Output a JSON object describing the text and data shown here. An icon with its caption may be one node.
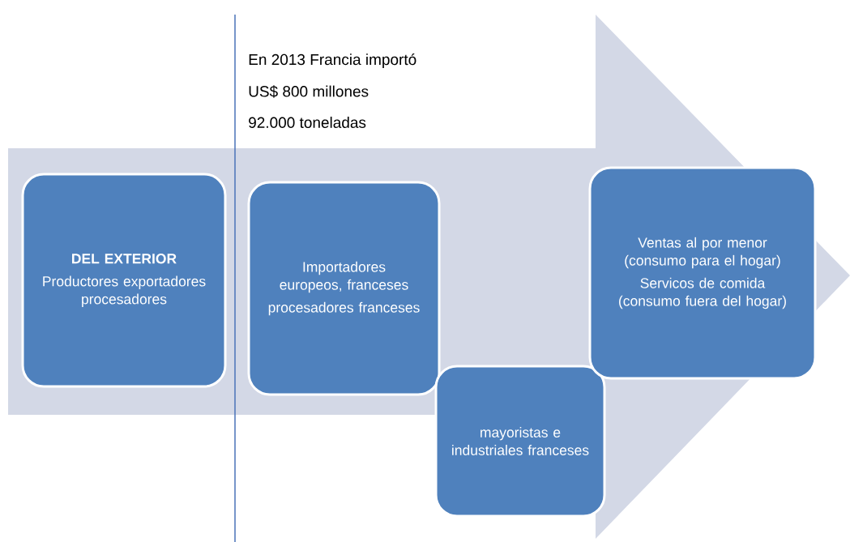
{
  "diagram": {
    "nodes": [
      {
        "text": [
          "DEL EXTERIOR",
          "Productores exportadores procesadores"
        ]
      },
      {
        "text": [
          "Importadores europeos, franceses",
          "procesadores franceses"
        ]
      },
      {
        "text": [
          "mayoristas e industriales franceses"
        ]
      },
      {
        "text": [
          "Ventas al por menor (consumo para el hogar)",
          "Servicos de comida (consumo fuera del hogar)"
        ]
      }
    ],
    "edges": [],
    "labels": [
      "En 2013 Francia importó",
      "US$ 800 millones",
      "92.000 toneladas"
    ]
  }
}
